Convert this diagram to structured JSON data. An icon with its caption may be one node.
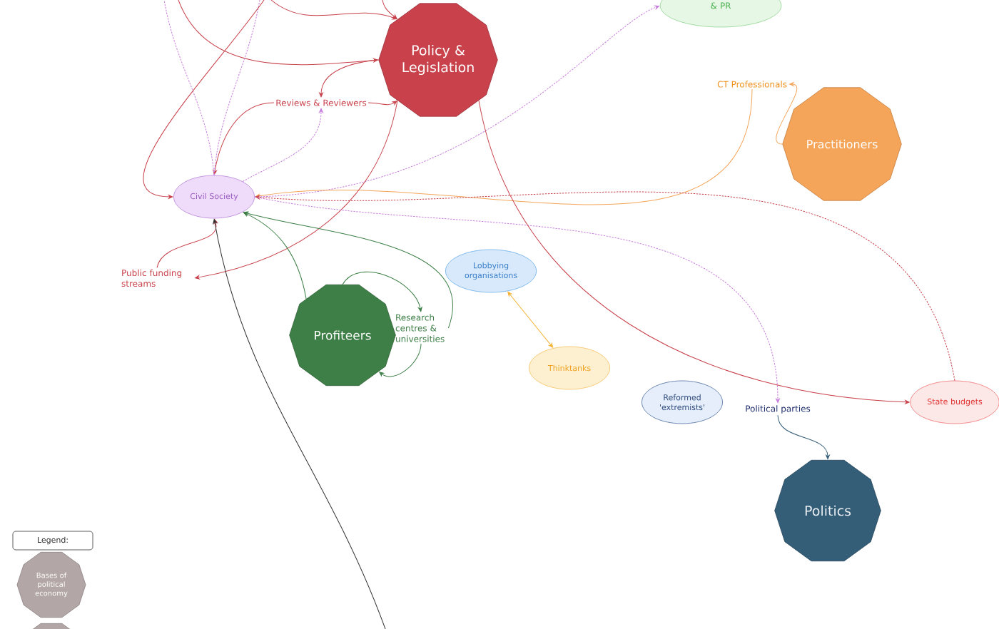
{
  "diagram": {
    "nodes": [
      {
        "text": [
          "Policy & Legislation"
        ]
      },
      {
        "text": [
          "Reviews & Reviewers"
        ]
      },
      {
        "text": [
          "& PR"
        ]
      },
      {
        "text": [
          "CT Professionals"
        ]
      },
      {
        "text": [
          "Practitioners"
        ]
      },
      {
        "text": [
          "Civil Society"
        ]
      },
      {
        "text": [
          "Public funding streams"
        ]
      },
      {
        "text": [
          "Lobbying organisations"
        ]
      },
      {
        "text": [
          "Profiteers"
        ]
      },
      {
        "text": [
          "Research centres & universities"
        ]
      },
      {
        "text": [
          "Thinktanks"
        ]
      },
      {
        "text": [
          "Reformed 'extremists'"
        ]
      },
      {
        "text": [
          "Political parties"
        ]
      },
      {
        "text": [
          "State budgets"
        ]
      },
      {
        "text": [
          "Politics"
        ]
      },
      {
        "text": [
          "Legend:"
        ]
      },
      {
        "text": [
          "Bases of political economy"
        ]
      },
      {
        "text": [],
        "shape": "decagon"
      }
    ],
    "edges": [
      {
        "from": null,
        "to": 0,
        "arrow": "to"
      },
      {
        "from": null,
        "to": 0,
        "arrow": "to"
      },
      {
        "from": null,
        "to": 0,
        "arrow": "to"
      },
      {
        "from": 0,
        "to": 1,
        "arrow": "to"
      },
      {
        "from": 1,
        "to": 0,
        "arrow": "to"
      },
      {
        "from": 1,
        "to": 5,
        "arrow": "to"
      },
      {
        "from": 5,
        "to": 1,
        "arrow": "to",
        "style": "dashed",
        "color": "#c77ddc"
      },
      {
        "from": 5,
        "to": null,
        "arrow": "none",
        "style": "dashed",
        "color": "#c77ddc"
      },
      {
        "from": 5,
        "to": null,
        "arrow": "none",
        "style": "dashed",
        "color": "#c77ddc"
      },
      {
        "from": null,
        "to": 5,
        "arrow": "to"
      },
      {
        "from": 5,
        "to": 2,
        "arrow": "to",
        "style": "dashed",
        "color": "#c77ddc"
      },
      {
        "from": 3,
        "to": 5,
        "arrow": "to",
        "color": "#f5a55a"
      },
      {
        "from": 4,
        "to": 3,
        "arrow": "to",
        "color": "#f5a55a"
      },
      {
        "from": 0,
        "to": 6,
        "arrow": "to"
      },
      {
        "from": 6,
        "to": 5,
        "arrow": "to"
      },
      {
        "from": 13,
        "to": 5,
        "arrow": "to",
        "style": "dashed"
      },
      {
        "from": 5,
        "to": 12,
        "arrow": "to",
        "style": "dashed",
        "color": "#c77ddc"
      },
      {
        "from": 0,
        "to": 13,
        "arrow": "to"
      },
      {
        "from": 8,
        "to": 5,
        "arrow": "to",
        "color": "#3e7f47"
      },
      {
        "from": 9,
        "to": 5,
        "arrow": "to",
        "color": "#3e7f47"
      },
      {
        "from": 8,
        "to": 9,
        "arrow": "to",
        "color": "#3e7f47"
      },
      {
        "from": 9,
        "to": 8,
        "arrow": "to",
        "color": "#3e7f47"
      },
      {
        "from": 7,
        "to": 10,
        "arrow": "both",
        "color": "#f5b030"
      },
      {
        "from": 12,
        "to": 14,
        "arrow": "to",
        "color": "#345d77"
      },
      {
        "from": null,
        "to": 5,
        "arrow": "to",
        "color": "#333333"
      }
    ]
  }
}
